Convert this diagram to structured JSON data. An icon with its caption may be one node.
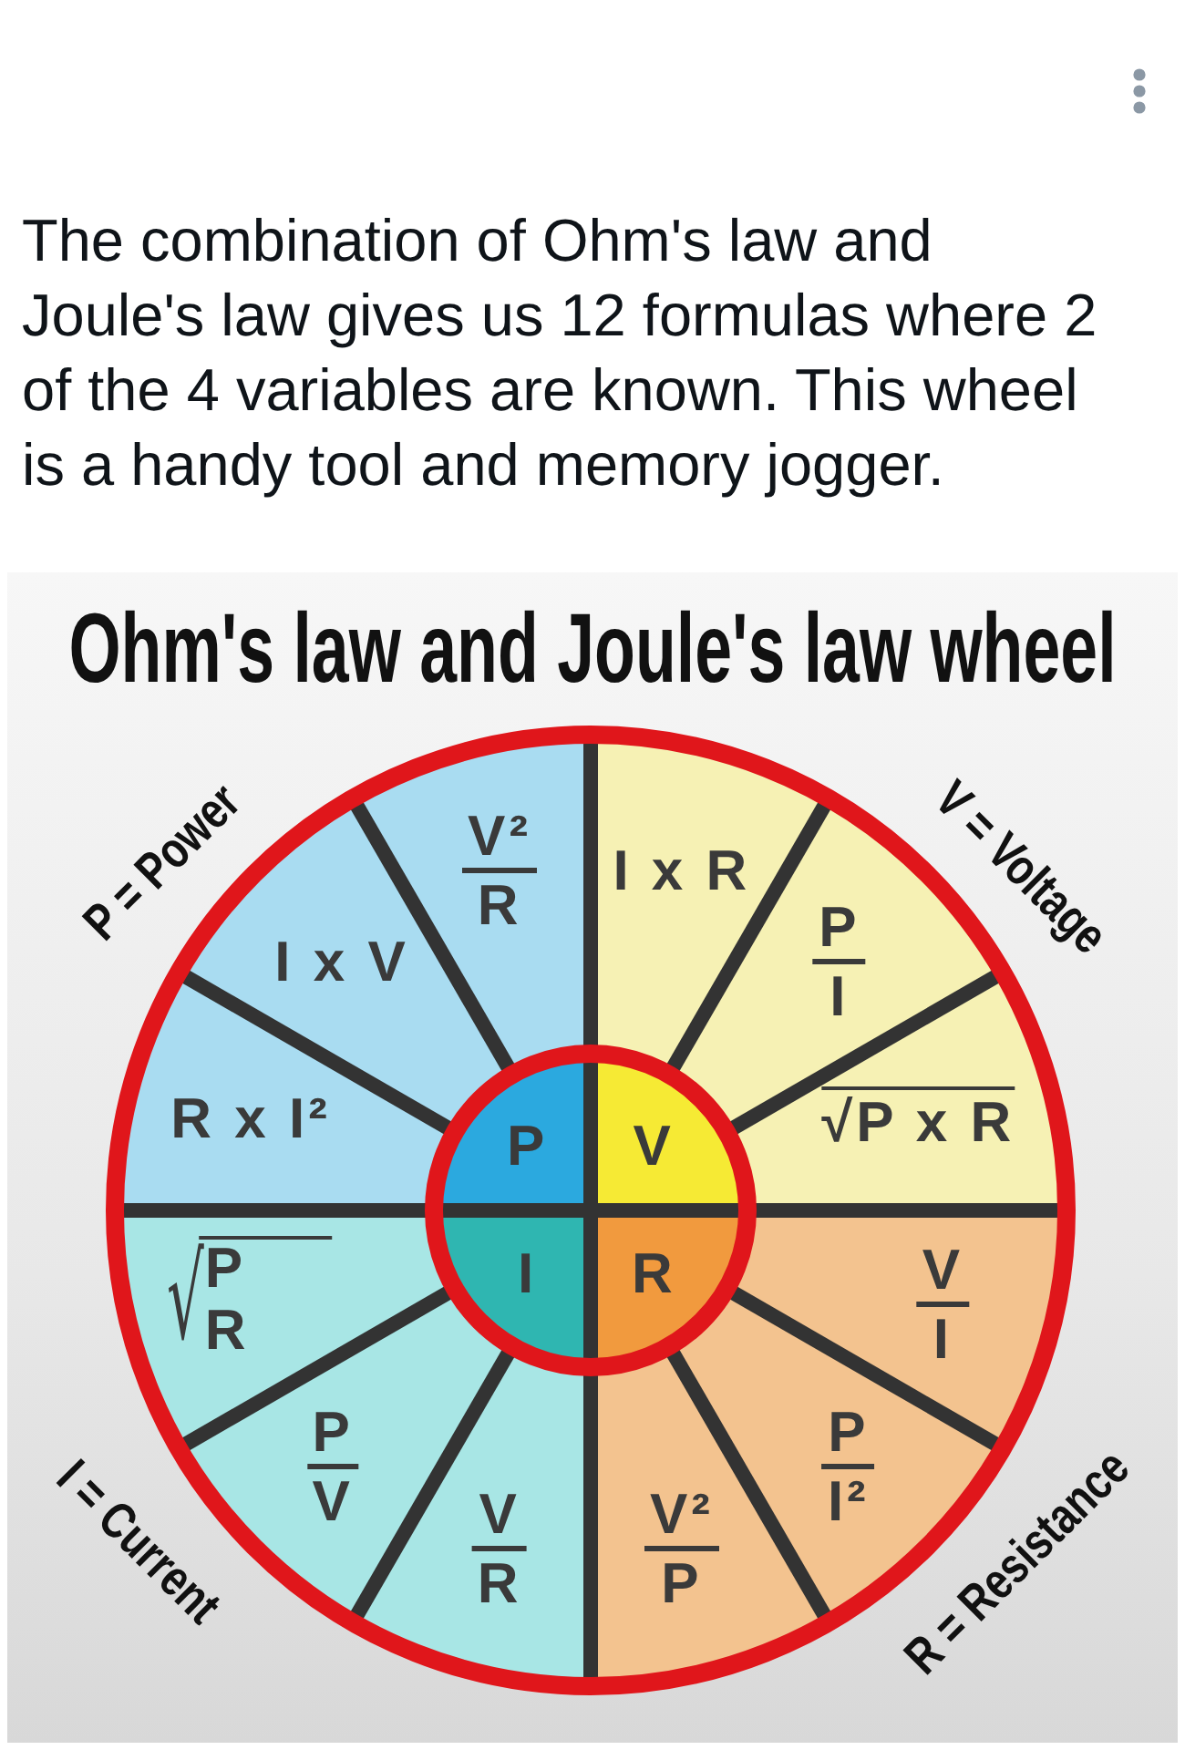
{
  "diagram": {
    "title": "Ohm's law and Joule's law wheel",
    "nodes": [
      {
        "text": [
          "R x I²"
        ]
      },
      {
        "text": [
          "I x V"
        ]
      },
      {
        "text": [
          "V²",
          "R"
        ]
      },
      {
        "text": [
          "I x R"
        ]
      },
      {
        "text": [
          "P",
          "I"
        ]
      },
      {
        "text": [
          "√P x R"
        ]
      },
      {
        "text": [
          "V",
          "I"
        ]
      },
      {
        "text": [
          "P",
          "I²"
        ]
      },
      {
        "text": [
          "V²",
          "P"
        ]
      },
      {
        "text": [
          "V",
          "R"
        ]
      },
      {
        "text": [
          "P",
          "V"
        ]
      },
      {
        "text": [
          "√",
          "P",
          "R"
        ]
      },
      {
        "text": [
          "P"
        ]
      },
      {
        "text": [
          "V"
        ]
      },
      {
        "text": [
          "R"
        ]
      },
      {
        "text": [
          "I"
        ]
      }
    ],
    "labels": [
      "The combination of Ohm's law and Joule's law gives us 12 formulas where 2 of the 4 variables are known. This wheel is a handy tool and memory jogger.",
      "P = Power",
      "V = Voltage",
      "I = Current",
      "R = Resistance"
    ]
  }
}
